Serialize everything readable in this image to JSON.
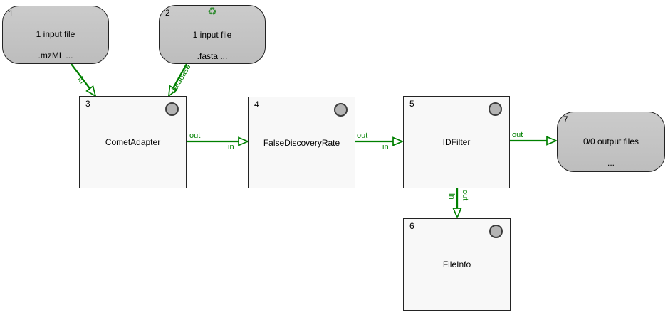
{
  "colors": {
    "edge_green": "#008000",
    "input_node_fill": "#c4c4c4",
    "tool_node_fill": "#f8f8f8",
    "node_border": "#232323",
    "status_circle_fill": "#b4b4b4"
  },
  "nodes": [
    {
      "number": "1",
      "type": "input",
      "line1": "1 input file",
      "line2": ".mzML ..."
    },
    {
      "number": "2",
      "type": "input",
      "icon": "recycle-icon",
      "icon_glyph": "♻",
      "line1": "1 input file",
      "line2": ".fasta ..."
    },
    {
      "number": "3",
      "type": "tool",
      "label": "CometAdapter"
    },
    {
      "number": "4",
      "type": "tool",
      "label": "FalseDiscoveryRate"
    },
    {
      "number": "5",
      "type": "tool",
      "label": "IDFilter"
    },
    {
      "number": "6",
      "type": "tool",
      "label": "FileInfo"
    },
    {
      "number": "7",
      "type": "output",
      "line1": "0/0 output files",
      "line2": "..."
    }
  ],
  "edges": [
    {
      "from": "1",
      "to": "3",
      "target_label": "in"
    },
    {
      "from": "2",
      "to": "3",
      "target_label": "database"
    },
    {
      "from": "3",
      "to": "4",
      "source_label": "out",
      "target_label": "in"
    },
    {
      "from": "4",
      "to": "5",
      "source_label": "out",
      "target_label": "in"
    },
    {
      "from": "5",
      "to": "7",
      "source_label": "out"
    },
    {
      "from": "5",
      "to": "6",
      "source_label": "out",
      "target_label": "in"
    }
  ]
}
